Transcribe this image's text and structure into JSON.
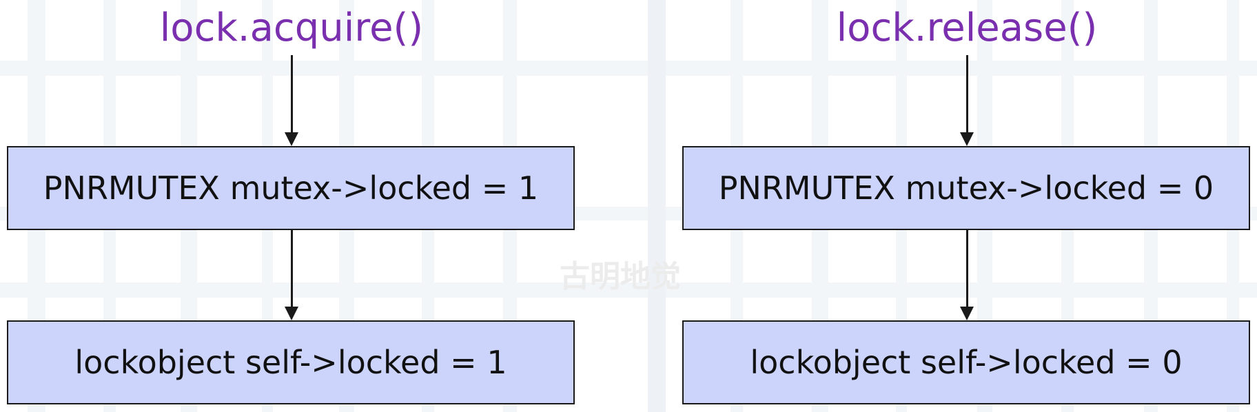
{
  "colors": {
    "title": "#7a2fae",
    "box_fill": "#cdd4fb",
    "box_border": "#1a1a1a",
    "arrow": "#1a1a1a",
    "box_text": "#111111"
  },
  "left": {
    "title": "lock.acquire()",
    "box_top": "PNRMUTEX mutex->locked = 1",
    "box_bottom": "lockobject self->locked = 1"
  },
  "right": {
    "title": "lock.release()",
    "box_top": "PNRMUTEX mutex->locked = 0",
    "box_bottom": "lockobject self->locked = 0"
  },
  "watermark": "古明地觉"
}
